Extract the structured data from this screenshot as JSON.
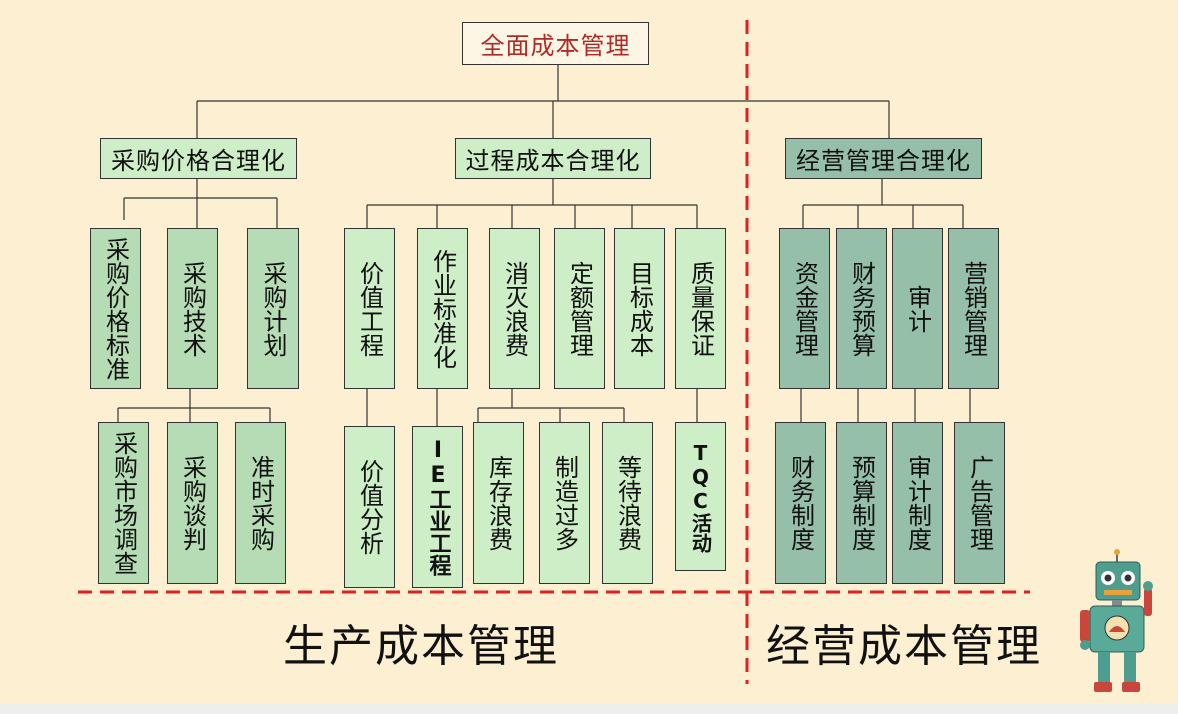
{
  "root": "全面成本管理",
  "level1": {
    "purchase": "采购价格合理化",
    "process": "过程成本合理化",
    "operation": "经营管理合理化"
  },
  "purchase_children": [
    "采购价格标准",
    "采购技术",
    "采购计划"
  ],
  "purchase_grandchildren": [
    "采购市场调查",
    "采购谈判",
    "准时采购"
  ],
  "process_children": [
    "价值工程",
    "作业标准化",
    "消灭浪费",
    "定额管理",
    "目标成本",
    "质量保证"
  ],
  "process_grandchildren": {
    "value_analysis": "价值分析",
    "ie": "IE工业工程",
    "waste": [
      "库存浪费",
      "制造过多",
      "等待浪费"
    ],
    "tqc": "TQC活动"
  },
  "operation_children": [
    "资金管理",
    "财务预算",
    "审计",
    "营销管理"
  ],
  "operation_grandchildren": [
    "财务制度",
    "预算制度",
    "审计制度",
    "广告管理"
  ],
  "labels": {
    "production": "生产成本管理",
    "business": "经营成本管理"
  },
  "colors": {
    "background": "#fdf0d2",
    "light_box": "#cdeec6",
    "mid_box": "#b5dcb4",
    "dark_box": "#95bfa8",
    "divider": "#e02020",
    "root_text": "#b02a2a"
  },
  "decorations": [
    "robot-mascot"
  ]
}
